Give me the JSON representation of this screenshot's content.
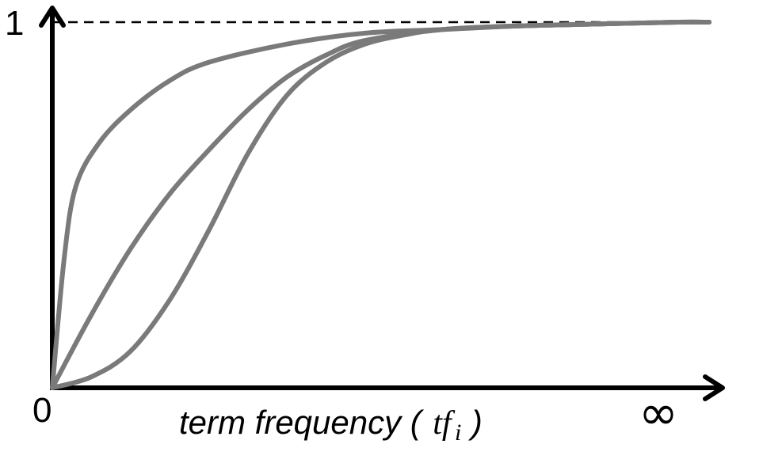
{
  "chart_data": {
    "type": "line",
    "title": "",
    "xlabel": {
      "text": "term frequency (",
      "symbol": "tf",
      "subscript": "i",
      "close": ")"
    },
    "ylabel": "",
    "y_tick_labels": {
      "origin": "0",
      "top": "1"
    },
    "x_tick_labels": {
      "end": "∞"
    },
    "xlim": [
      0,
      8.5
    ],
    "ylim": [
      0,
      1
    ],
    "asymptote": {
      "y": 1,
      "style": "dashed"
    },
    "grid": false,
    "legend": "none",
    "series_color": "#7a7a7a",
    "series": [
      {
        "x": [
          0,
          0.15,
          0.3,
          0.6,
          1.0,
          1.5,
          2.0,
          3.0,
          4.0,
          5.0,
          6.0,
          7.0,
          8.0,
          8.4
        ],
        "values": [
          0,
          0.35,
          0.55,
          0.67,
          0.76,
          0.84,
          0.89,
          0.94,
          0.97,
          0.98,
          0.99,
          0.995,
          1.0,
          1.0
        ]
      },
      {
        "x": [
          0,
          0.5,
          1.0,
          1.5,
          2.0,
          2.5,
          3.0,
          3.5,
          4.0,
          5.0,
          6.0,
          7.0,
          8.0,
          8.4
        ],
        "values": [
          0,
          0.2,
          0.38,
          0.53,
          0.65,
          0.76,
          0.85,
          0.91,
          0.95,
          0.98,
          0.99,
          0.995,
          1.0,
          1.0
        ]
      },
      {
        "x": [
          0,
          0.5,
          1.0,
          1.5,
          2.0,
          2.5,
          3.0,
          3.5,
          4.0,
          4.5,
          5.0,
          6.0,
          7.0,
          8.0,
          8.4
        ],
        "values": [
          0,
          0.03,
          0.1,
          0.24,
          0.43,
          0.64,
          0.8,
          0.89,
          0.94,
          0.965,
          0.98,
          0.99,
          0.995,
          1.0,
          1.0
        ]
      }
    ]
  }
}
